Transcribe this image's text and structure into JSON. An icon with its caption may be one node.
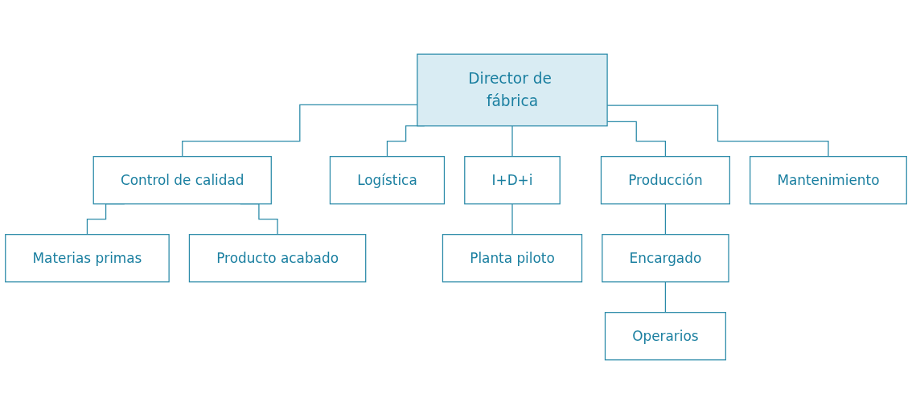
{
  "diagram": {
    "nodes": [
      {
        "text": [
          "Director de fábrica"
        ]
      },
      {
        "text": [
          "Control de calidad"
        ]
      },
      {
        "text": [
          "Logística"
        ]
      },
      {
        "text": [
          "I+D+i"
        ]
      },
      {
        "text": [
          "Producción"
        ]
      },
      {
        "text": [
          "Mantenimiento"
        ]
      },
      {
        "text": [
          "Materias primas"
        ]
      },
      {
        "text": [
          "Producto acabado"
        ]
      },
      {
        "text": [
          "Planta piloto"
        ]
      },
      {
        "text": [
          "Encargado"
        ]
      },
      {
        "text": [
          "Operarios"
        ]
      }
    ],
    "edges": [
      {
        "from": 0,
        "to": 1,
        "arrow": "none"
      },
      {
        "from": 0,
        "to": 2,
        "arrow": "none"
      },
      {
        "from": 0,
        "to": 3,
        "arrow": "none"
      },
      {
        "from": 0,
        "to": 4,
        "arrow": "none"
      },
      {
        "from": 0,
        "to": 5,
        "arrow": "none"
      },
      {
        "from": 1,
        "to": 6,
        "arrow": "none"
      },
      {
        "from": 1,
        "to": 7,
        "arrow": "none"
      },
      {
        "from": 3,
        "to": 8,
        "arrow": "none"
      },
      {
        "from": 4,
        "to": 9,
        "arrow": "none"
      },
      {
        "from": 9,
        "to": 10,
        "arrow": "none"
      }
    ]
  }
}
